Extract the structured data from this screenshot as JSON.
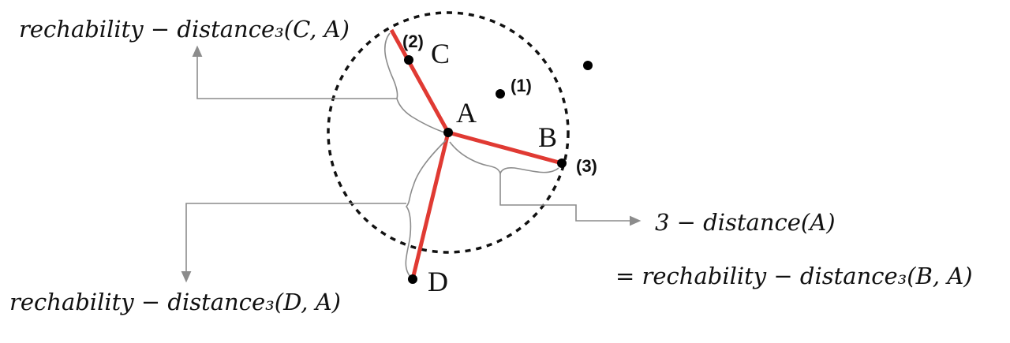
{
  "colors": {
    "edge": "#e03a33",
    "bracket": "#8c8c8c",
    "arrow": "#8c8c8c",
    "circle": "#111111",
    "point": "#000000",
    "text": "#111111"
  },
  "points": {
    "A": "A",
    "B": "B",
    "C": "C",
    "D": "D"
  },
  "markers": {
    "m1": "(1)",
    "m2": "(2)",
    "m3": "(3)"
  },
  "labels": {
    "reach_c_a": "rechability − distance₃(C, A)",
    "reach_d_a": "rechability − distance₃(D, A)",
    "k_distance_a": "3 − distance(A)",
    "reach_b_a": "= rechability − distance₃(B, A)"
  }
}
